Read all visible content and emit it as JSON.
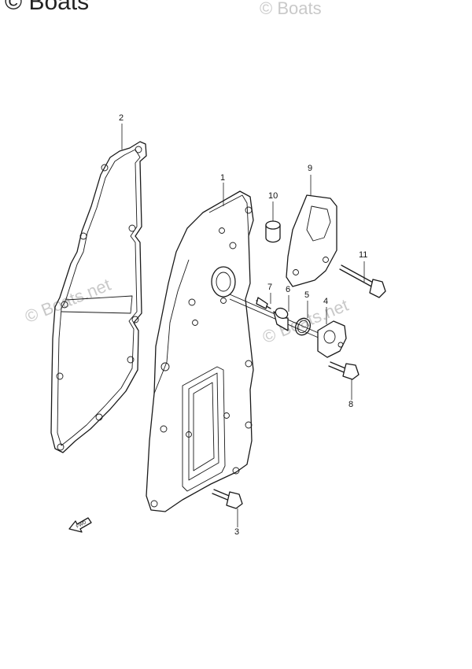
{
  "watermarks": {
    "top_left": "© Boats",
    "top_mid": "© Boats",
    "mid_left": "© Boats.net",
    "mid_right": "© Boats.net"
  },
  "callouts": [
    "1",
    "2",
    "3",
    "4",
    "5",
    "6",
    "7",
    "8",
    "9",
    "10",
    "11"
  ],
  "fwd_label": "FWD",
  "colors": {
    "line": "#1a1a1a",
    "watermark": "#c9c9c9"
  }
}
